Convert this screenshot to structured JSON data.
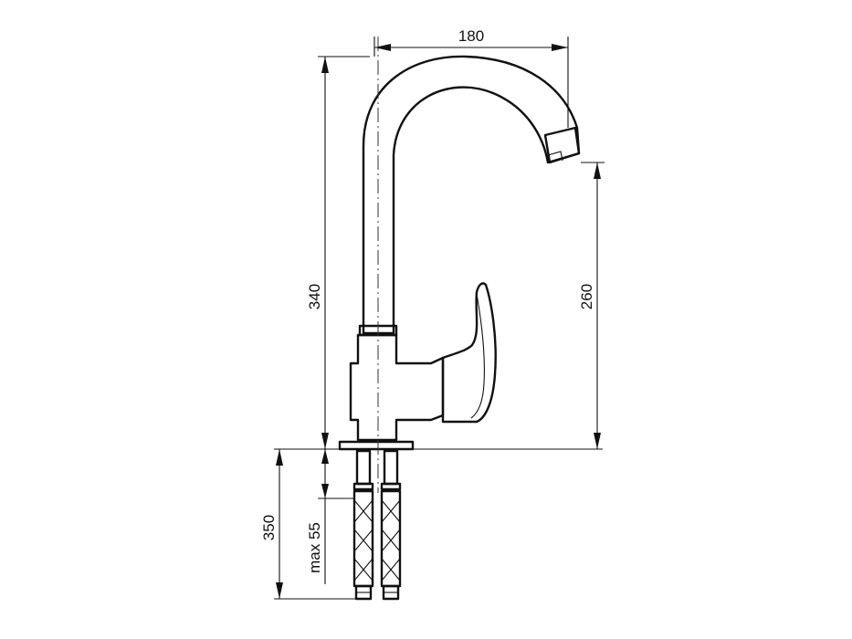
{
  "drawing": {
    "dimensions": {
      "width_top": "180",
      "height_total": "340",
      "height_spout": "260",
      "hose_length": "350",
      "max_thickness": "max 55"
    }
  }
}
